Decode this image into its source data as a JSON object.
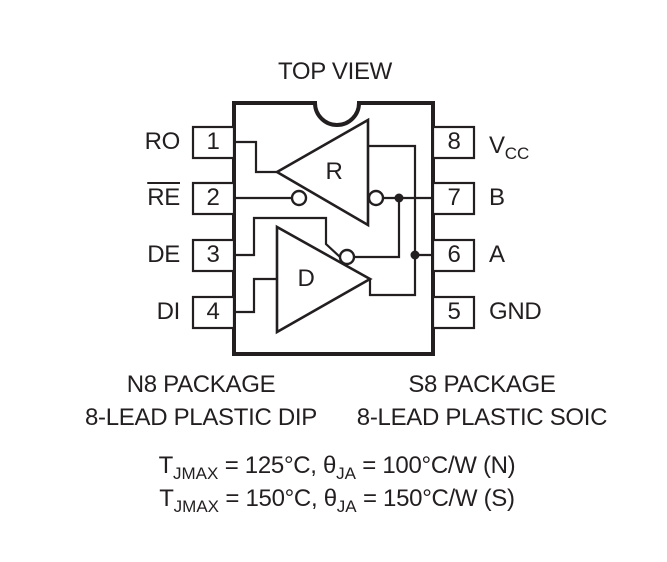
{
  "title": "TOP VIEW",
  "pins_left": [
    {
      "num": "1",
      "name": "RO"
    },
    {
      "num": "2",
      "name": "RE",
      "overline": true
    },
    {
      "num": "3",
      "name": "DE"
    },
    {
      "num": "4",
      "name": "DI"
    }
  ],
  "pins_right": [
    {
      "num": "8",
      "name": "V",
      "sub": "CC"
    },
    {
      "num": "7",
      "name": "B"
    },
    {
      "num": "6",
      "name": "A"
    },
    {
      "num": "5",
      "name": "GND"
    }
  ],
  "blocks": {
    "receiver": "R",
    "driver": "D"
  },
  "packages": {
    "n8": {
      "line1": "N8 PACKAGE",
      "line2": "8-LEAD PLASTIC DIP"
    },
    "s8": {
      "line1": "S8 PACKAGE",
      "line2": "8-LEAD PLASTIC SOIC"
    }
  },
  "thermal": [
    {
      "t": "T",
      "t_sub": "JMAX",
      "temp": " = 125°C, ",
      "theta": "θ",
      "theta_sub": "JA",
      "value": " = 100°C/W (N)"
    },
    {
      "t": "T",
      "t_sub": "JMAX",
      "temp": " = 150°C, ",
      "theta": "θ",
      "theta_sub": "JA",
      "value": " = 150°C/W (S)"
    }
  ]
}
